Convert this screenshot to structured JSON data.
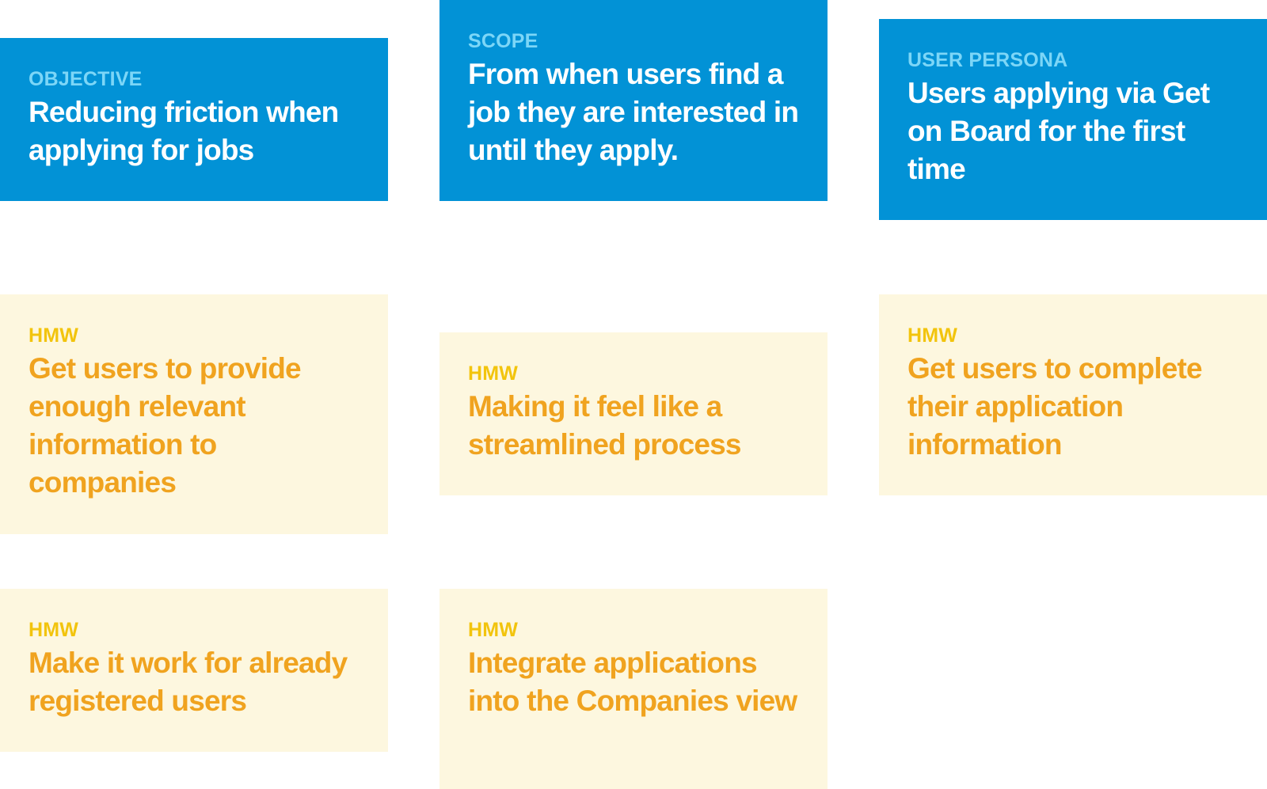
{
  "colors": {
    "blue_bg": "#0292D6",
    "blue_label": "#7CD6F7",
    "blue_text": "#FFFFFF",
    "yellow_bg": "#FDF7DF",
    "yellow_label": "#F2C40D",
    "yellow_text": "#F0A31F"
  },
  "cards": {
    "objective": {
      "label": "OBJECTIVE",
      "text": "Reducing friction when applying for jobs"
    },
    "scope": {
      "label": "SCOPE",
      "text": "From when users find a job they are interested in until they apply."
    },
    "persona": {
      "label": "USER PERSONA",
      "text": "Users applying via Get on Board for the first time"
    },
    "hmw1": {
      "label": "HMW",
      "text": "Get users to provide enough relevant information to companies"
    },
    "hmw2": {
      "label": "HMW",
      "text": "Making it feel like a streamlined process"
    },
    "hmw3": {
      "label": "HMW",
      "text": "Get users to complete their application information"
    },
    "hmw4": {
      "label": "HMW",
      "text": "Make it work for already registered users"
    },
    "hmw5": {
      "label": "HMW",
      "text": "Integrate applications into the Companies view"
    }
  }
}
